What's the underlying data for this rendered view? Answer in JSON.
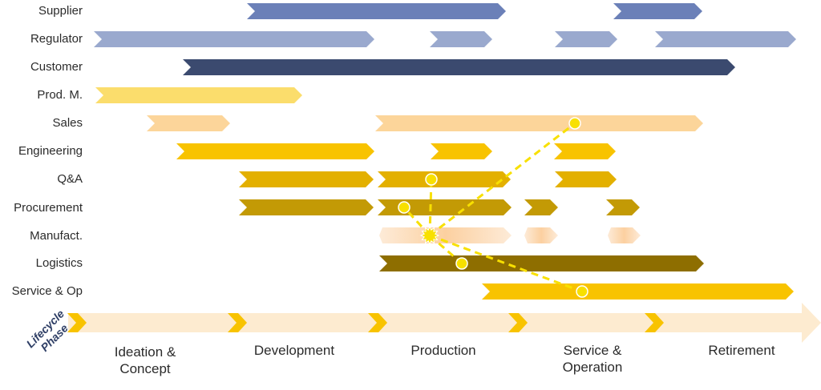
{
  "lanes": [
    {
      "label": "Supplier",
      "color": "#6b80b8"
    },
    {
      "label": "Regulator",
      "color": "#9aa9ce"
    },
    {
      "label": "Customer",
      "color": "#3b4a6f"
    },
    {
      "label": "Prod. M.",
      "color": "#fbdd6c"
    },
    {
      "label": "Sales",
      "color": "#fcd59a"
    },
    {
      "label": "Engineering",
      "color": "#f8c300"
    },
    {
      "label": "Q&A",
      "color": "#e3b000"
    },
    {
      "label": "Procurement",
      "color": "#c39a05"
    },
    {
      "label": "Manufact.",
      "color": "#fcd8a8"
    },
    {
      "label": "Logistics",
      "color": "#8e6e00"
    },
    {
      "label": "Service & Op",
      "color": "#f8c300"
    }
  ],
  "phases": [
    {
      "label": "Ideation & Concept",
      "line1": "Ideation &",
      "line2": "Concept"
    },
    {
      "label": "Development",
      "line1": "Development",
      "line2": ""
    },
    {
      "label": "Production",
      "line1": "Production",
      "line2": ""
    },
    {
      "label": "Service & Operation",
      "line1": "Service &",
      "line2": "Operation"
    },
    {
      "label": "Retirement",
      "line1": "Retirement",
      "line2": ""
    }
  ],
  "lifecycle_label": {
    "line1": "Lifecycle",
    "line2": "Phase"
  },
  "colors": {
    "phase_arrow": "#fdebd0",
    "phase_chevron": "#f8c300",
    "highlight_line": "#f8e000",
    "highlight_dot": "#f8e000"
  }
}
